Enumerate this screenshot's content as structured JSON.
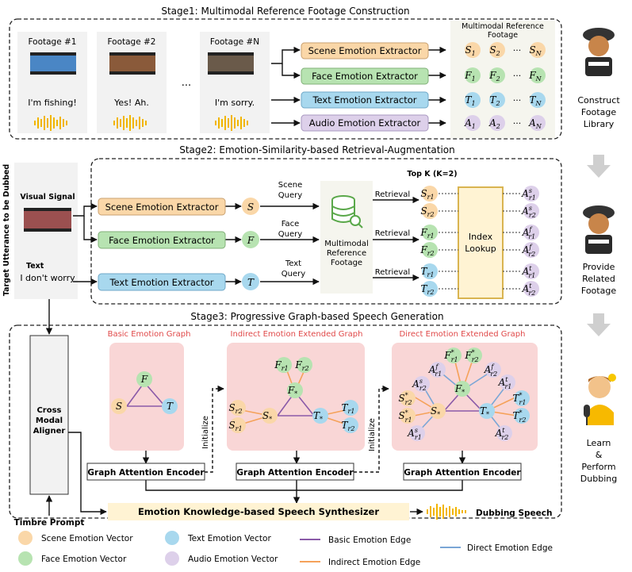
{
  "stage1": {
    "title": "Stage1: Multimodal Reference Footage Construction",
    "footage": [
      {
        "label": "Footage #1",
        "text": "I'm fishing!"
      },
      {
        "label": "Footage #2",
        "text": "Yes! Ah."
      },
      {
        "label": "Footage #N",
        "text": "I'm sorry."
      }
    ],
    "ellipsis": "...",
    "extractors": [
      "Scene Emotion Extractor",
      "Face Emotion Extractor",
      "Text Emotion Extractor",
      "Audio Emotion Extractor"
    ],
    "ref_title_1": "Multimodal Reference",
    "ref_title_2": "Footage",
    "ref_rows": [
      [
        "S",
        "S",
        "S"
      ],
      [
        "F",
        "F",
        "F"
      ],
      [
        "T",
        "T",
        "T"
      ],
      [
        "A",
        "A",
        "A"
      ]
    ],
    "ref_subs": [
      "1",
      "2",
      "N"
    ],
    "dots": "···"
  },
  "stage2": {
    "title": "Stage2: Emotion-Similarity-based Retrieval-Augmentation",
    "side_label": "Target Utterance to be Dubbed",
    "visual_signal": "Visual Signal",
    "text_label": "Text",
    "text_value": "I don't worry",
    "extractors": [
      "Scene Emotion Extractor",
      "Face Emotion Extractor",
      "Text Emotion Extractor"
    ],
    "vec": [
      "S",
      "F",
      "T"
    ],
    "queries": [
      [
        "Scene",
        "Query"
      ],
      [
        "Face",
        "Query"
      ],
      [
        "Text",
        "Query"
      ]
    ],
    "db_label": [
      "Multimodal",
      "Reference",
      "Footage"
    ],
    "retrieval": "Retrieval",
    "topk": "Top K (K=2)",
    "index_lookup": [
      "Index",
      "Lookup"
    ]
  },
  "stage3": {
    "title": "Stage3: Progressive Graph-based Speech Generation",
    "aligner": [
      "Cross",
      "Modal",
      "Aligner"
    ],
    "graph_titles": [
      "Basic Emotion Graph",
      "Indirect Emotion Extended Graph",
      "Direct Emotion Extended Graph"
    ],
    "encoder": "Graph Attention Encoder",
    "initialize": "Initialize",
    "synth": "Emotion Knowledge-based Speech Synthesizer",
    "timbre": "Timbre Prompt",
    "output": "Dubbing Speech"
  },
  "right": {
    "step1": [
      "Construct",
      "Footage",
      "Library"
    ],
    "step2": [
      "Provide",
      "Related",
      "Footage"
    ],
    "step3": [
      "Learn",
      "&",
      "Perform",
      "Dubbing"
    ]
  },
  "legend": {
    "scene": "Scene Emotion Vector",
    "face": "Face Emotion Vector",
    "text": "Text Emotion Vector",
    "audio": "Audio Emotion Vector",
    "basic": "Basic Emotion Edge",
    "indirect": "Indirect Emotion Edge",
    "direct": "Direct Emotion Edge"
  },
  "colors": {
    "scene": "#fad7a8",
    "face": "#b7e3b1",
    "text": "#a8d8ee",
    "audio": "#ddd0ea",
    "basic_edge": "#8a5aa8",
    "indirect_edge": "#f5a25a",
    "direct_edge": "#7aa6d6",
    "graph_bg": "#f9d6d6",
    "synth_bg": "#fff3d3",
    "index_border": "#d9b450"
  }
}
